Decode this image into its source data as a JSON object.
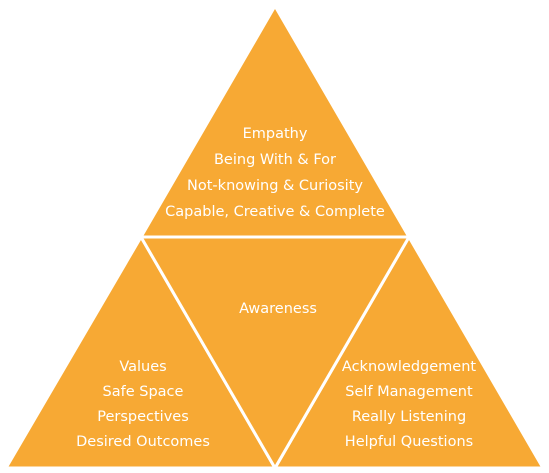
{
  "colors": {
    "fill": "#F7A934",
    "divider": "#FFFFFF",
    "text": "#FFFFFF"
  },
  "top_section": {
    "lines": [
      "Empathy",
      "Being With & For",
      "Not-knowing & Curiosity",
      "Capable, Creative & Complete"
    ]
  },
  "center_section": {
    "lines": [
      "Awareness"
    ]
  },
  "left_section": {
    "lines": [
      "Values",
      "Safe Space",
      "Perspectives",
      "Desired Outcomes"
    ]
  },
  "right_section": {
    "lines": [
      "Acknowledgement",
      "Self Management",
      "Really Listening",
      "Helpful Questions"
    ]
  }
}
